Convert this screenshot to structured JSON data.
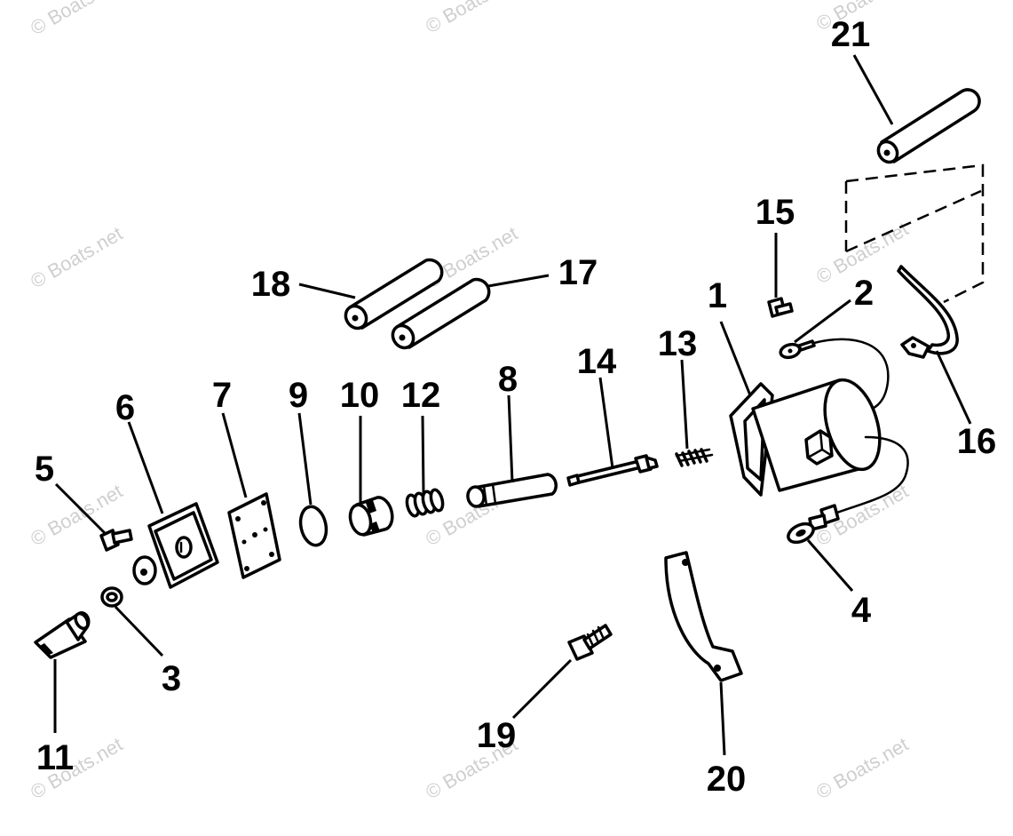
{
  "watermark": "© Boats.net",
  "callouts": {
    "c1": "1",
    "c2": "2",
    "c3": "3",
    "c4": "4",
    "c5": "5",
    "c6": "6",
    "c7": "7",
    "c8": "8",
    "c9": "9",
    "c10": "10",
    "c11": "11",
    "c12": "12",
    "c13": "13",
    "c14": "14",
    "c15": "15",
    "c16": "16",
    "c17": "17",
    "c18": "18",
    "c19": "19",
    "c20": "20",
    "c21": "21"
  },
  "colors": {
    "ink": "#000000",
    "paper": "#ffffff",
    "watermark": "#cfcfcf"
  }
}
